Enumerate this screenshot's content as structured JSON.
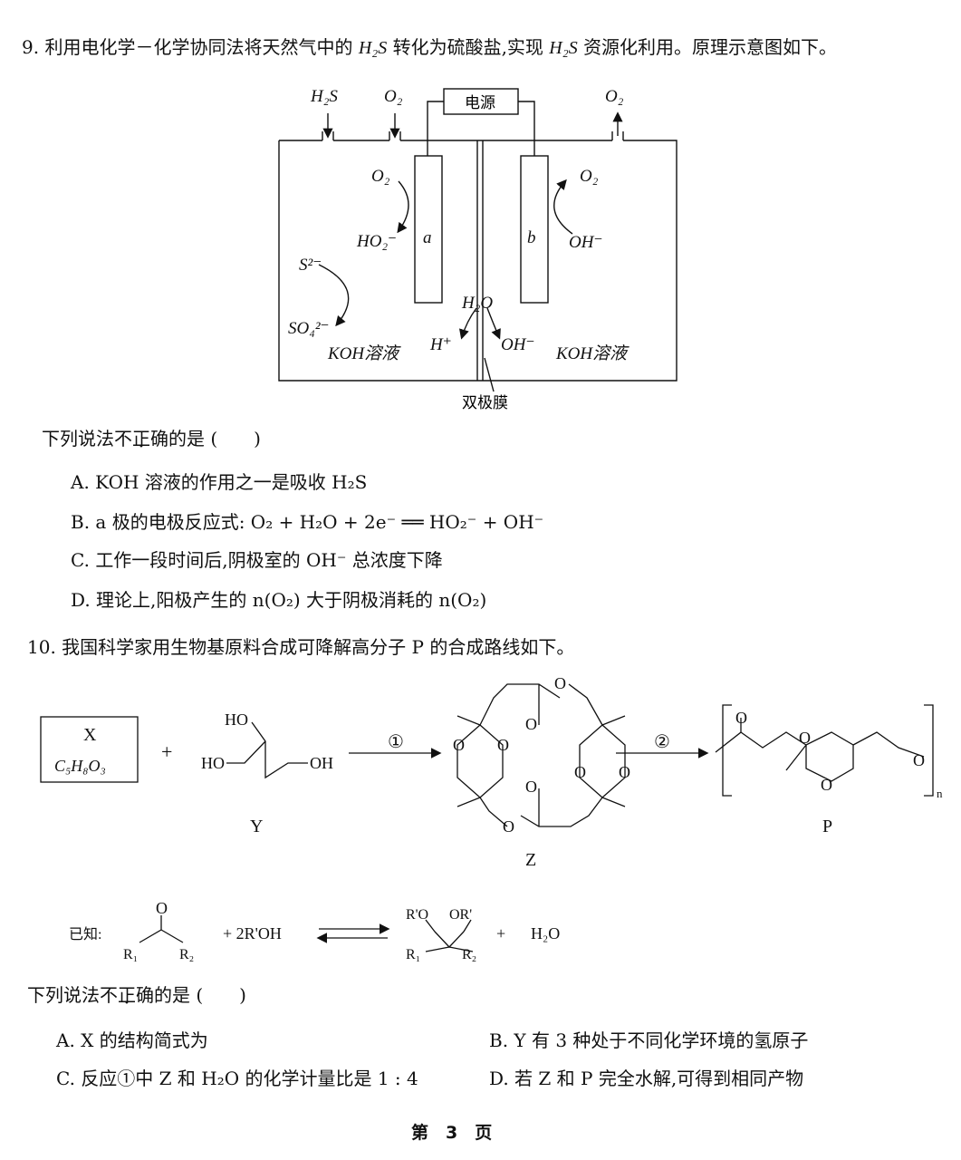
{
  "q9": {
    "number": "9.",
    "stem_a": "利用电化学－化学协同法将天然气中的",
    "h2s": "H₂S",
    "stem_b": "转化为硫酸盐,实现",
    "stem_c": "资源化利用。原理示意图如下。",
    "diagram": {
      "power": "电源",
      "in_h2s": "H₂S",
      "in_o2": "O₂",
      "out_o2": "O₂",
      "electrode_a": "a",
      "electrode_b": "b",
      "left_o2": "O₂",
      "left_ho2": "HO₂⁻",
      "right_o2": "O₂",
      "right_oh": "OH⁻",
      "s2": "S²⁻",
      "so4": "SO₄²⁻",
      "h2o": "H₂O",
      "hplus": "H⁺",
      "ohminus": "OH⁻",
      "left_solution": "KOH溶液",
      "right_solution": "KOH溶液",
      "membrane": "双极膜"
    },
    "prompt_a": "下列说法",
    "prompt_dotted": "不正确",
    "prompt_b": "的是 (　　)",
    "options": [
      {
        "letter": "A.",
        "text": "KOH 溶液的作用之一是吸收 H₂S"
      },
      {
        "letter": "B.",
        "text": "a 极的电极反应式: O₂ + H₂O + 2e⁻ ══ HO₂⁻ + OH⁻"
      },
      {
        "letter": "C.",
        "text": "工作一段时间后,阴极室的 OH⁻ 总浓度下降"
      },
      {
        "letter": "D.",
        "text": "理论上,阳极产生的 n(O₂) 大于阴极消耗的 n(O₂)"
      }
    ]
  },
  "q10": {
    "number": "10.",
    "stem": "我国科学家用生物基原料合成可降解高分子 P 的合成路线如下。",
    "x_label": "X",
    "x_formula": "C₅H₈O₃",
    "plus": "+",
    "y_label": "Y",
    "z_label": "Z",
    "p_label": "P",
    "step1": "①",
    "step2": "②",
    "ho1": "HO",
    "ho2": "HO",
    "oh": "OH",
    "o": "O",
    "n": "n",
    "known_label": "已知:",
    "known_reagent": "+ 2R'OH",
    "known_plus_water": "+",
    "water": "H₂O",
    "r1": "R₁",
    "r2": "R₂",
    "ro1": "R'O",
    "ro2": "OR'",
    "prompt_a": "下列说法",
    "prompt_dotted": "不正确",
    "prompt_b": "的是 (　　)",
    "options": [
      {
        "letter": "A.",
        "text": "X 的结构简式为"
      },
      {
        "letter": "B.",
        "text": "Y 有 3 种处于不同化学环境的氢原子"
      },
      {
        "letter": "C.",
        "text": "反应①中 Z 和 H₂O 的化学计量比是 1 : 4"
      },
      {
        "letter": "D.",
        "text": "若 Z 和 P 完全水解,可得到相同产物"
      }
    ]
  },
  "footer": {
    "page": "第　3　页"
  }
}
